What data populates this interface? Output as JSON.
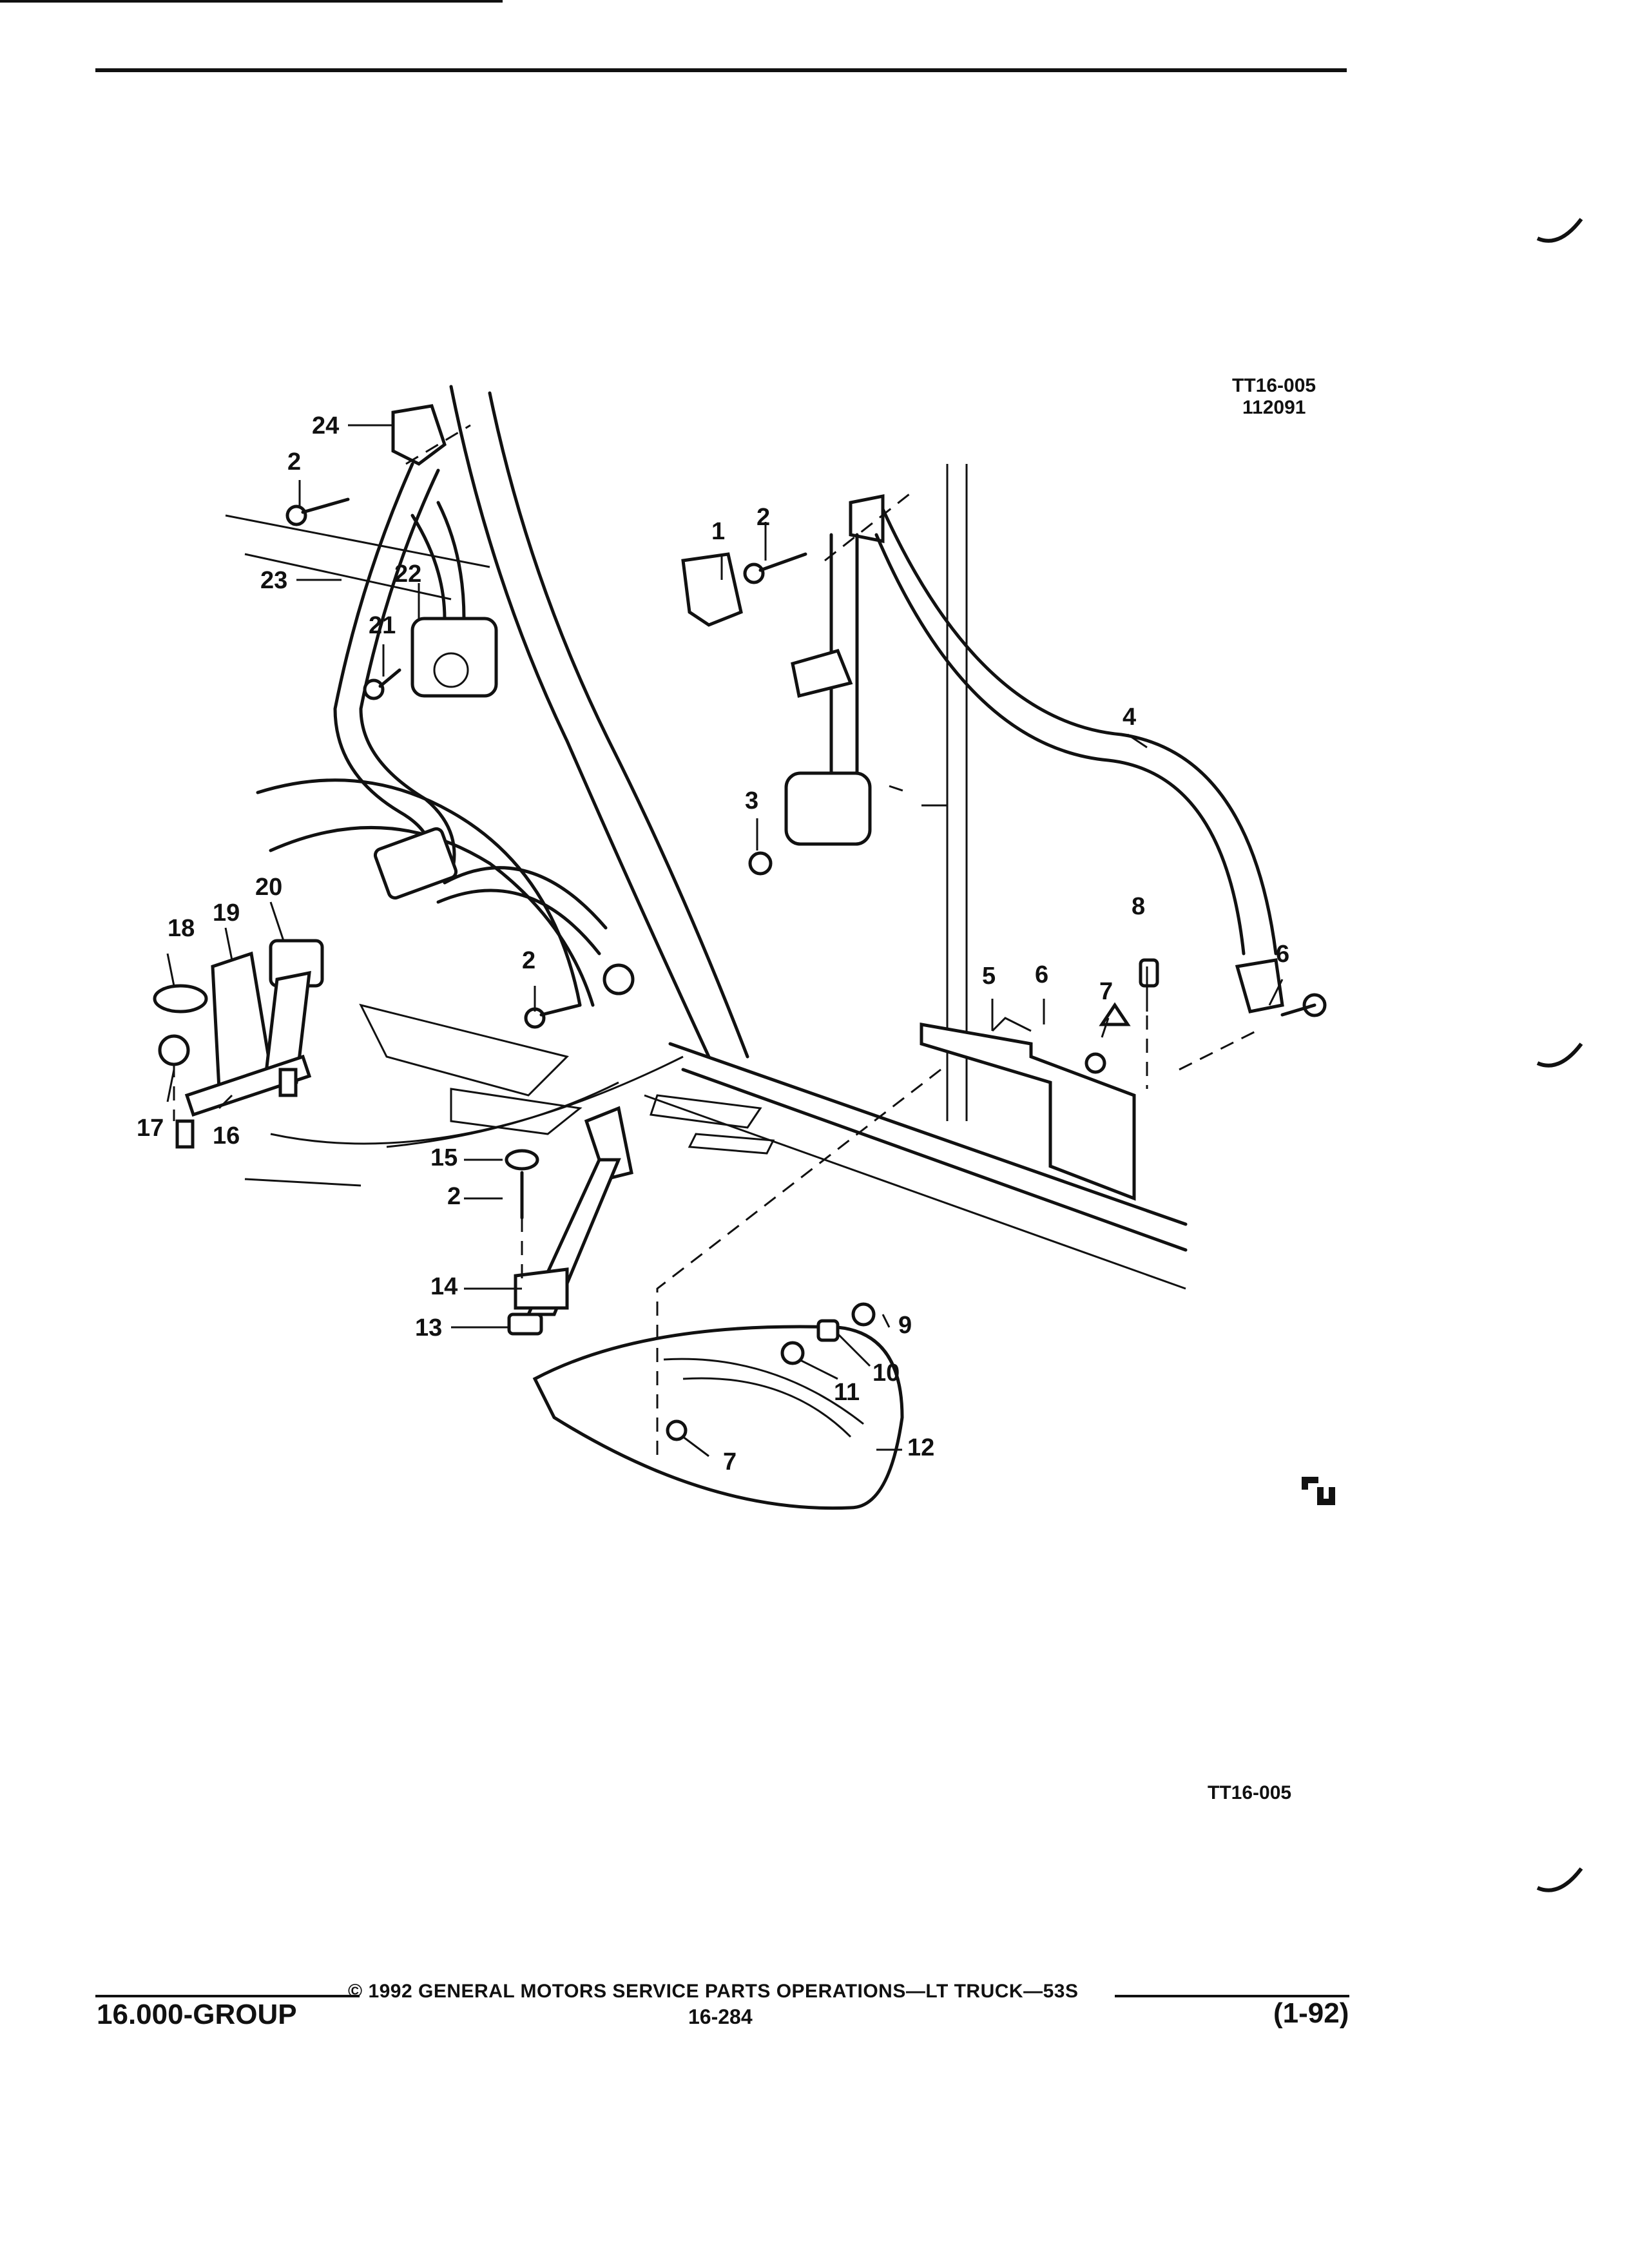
{
  "header": {
    "drawing_code": "TT16-005",
    "drawing_date": "112091"
  },
  "diagram": {
    "callouts": [
      "24",
      "2",
      "23",
      "22",
      "21",
      "1",
      "2",
      "3",
      "4",
      "20",
      "19",
      "18",
      "2",
      "17",
      "16",
      "8",
      "5",
      "6",
      "7",
      "6",
      "15",
      "2",
      "14",
      "13",
      "9",
      "10",
      "11",
      "12",
      "7"
    ],
    "bottom_code": "TT16-005"
  },
  "footer": {
    "copyright": "© 1992 GENERAL MOTORS SERVICE PARTS OPERATIONS—LT TRUCK—53S",
    "group": "16.000-GROUP",
    "page_number": "16-284",
    "revision": "(1-92)"
  }
}
